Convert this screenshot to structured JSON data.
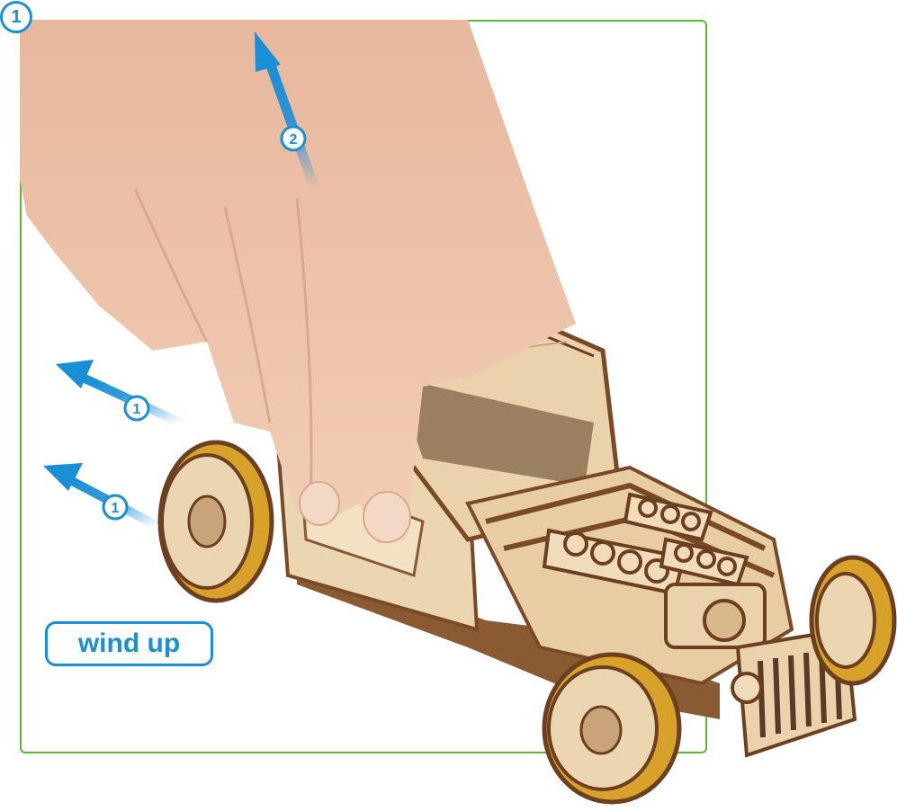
{
  "step": {
    "number": "1"
  },
  "label": {
    "text": "wind up"
  },
  "arrows": [
    {
      "id": "arrow-1a",
      "number": "1"
    },
    {
      "id": "arrow-1b",
      "number": "1"
    },
    {
      "id": "arrow-2",
      "number": "2"
    }
  ],
  "colors": {
    "frame": "#5fb832",
    "accent": "#1a8fd6",
    "wood_light": "#ead2ad",
    "wood_dark": "#7a4a26",
    "tire": "#d7a12a",
    "skin": "#f0c7ac"
  }
}
